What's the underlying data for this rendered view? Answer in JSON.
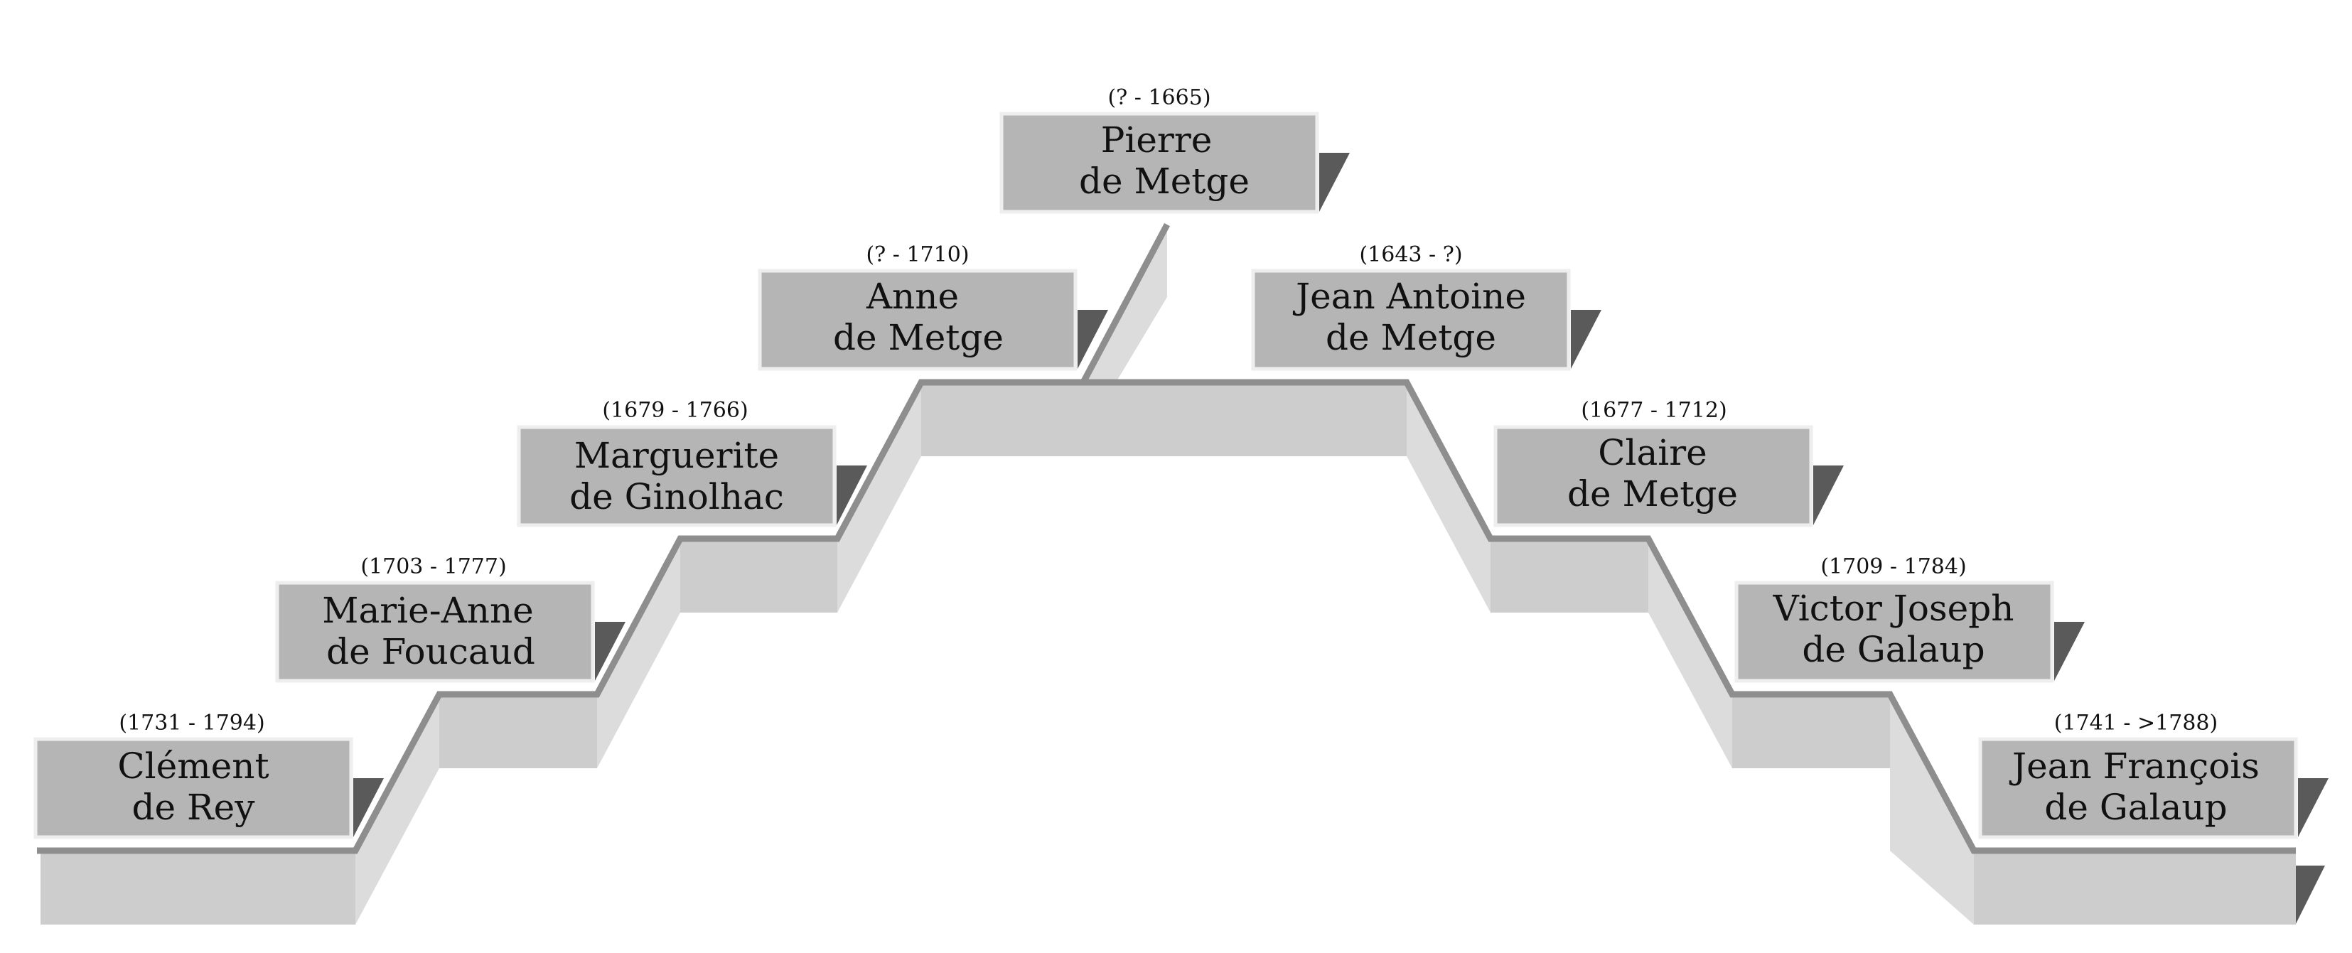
{
  "colors": {
    "background": "#ffffff",
    "box_fill": "#b5b5b5",
    "box_border": "#eeeeee",
    "tab": "#5a5a5a",
    "stair_face": "#cdcdcd",
    "stair_slope": "#dcdcdc",
    "stair_line": "#8e8e8e",
    "text": "#111111"
  },
  "people": [
    {
      "id": "clement",
      "dates": "(1731 - 1794)",
      "first": "Clément",
      "last": "de Rey"
    },
    {
      "id": "marie-anne",
      "dates": "(1703 - 1777)",
      "first": "Marie-Anne",
      "last": "de Foucaud"
    },
    {
      "id": "marguerite",
      "dates": "(1679 - 1766)",
      "first": "Marguerite",
      "last": "de Ginolhac"
    },
    {
      "id": "anne",
      "dates": "(? - 1710)",
      "first": "Anne",
      "last": "de Metge"
    },
    {
      "id": "pierre",
      "dates": "(? - 1665)",
      "first": "Pierre",
      "last": "de Metge"
    },
    {
      "id": "jean-antoine",
      "dates": "(1643 - ?)",
      "first": "Jean Antoine",
      "last": "de Metge"
    },
    {
      "id": "claire",
      "dates": "(1677 - 1712)",
      "first": "Claire",
      "last": "de Metge"
    },
    {
      "id": "victor-joseph",
      "dates": "(1709 - 1784)",
      "first": "Victor Joseph",
      "last": "de Galaup"
    },
    {
      "id": "jean-francois",
      "dates": "(1741 - >1788)",
      "first": "Jean François",
      "last": "de Galaup"
    }
  ]
}
